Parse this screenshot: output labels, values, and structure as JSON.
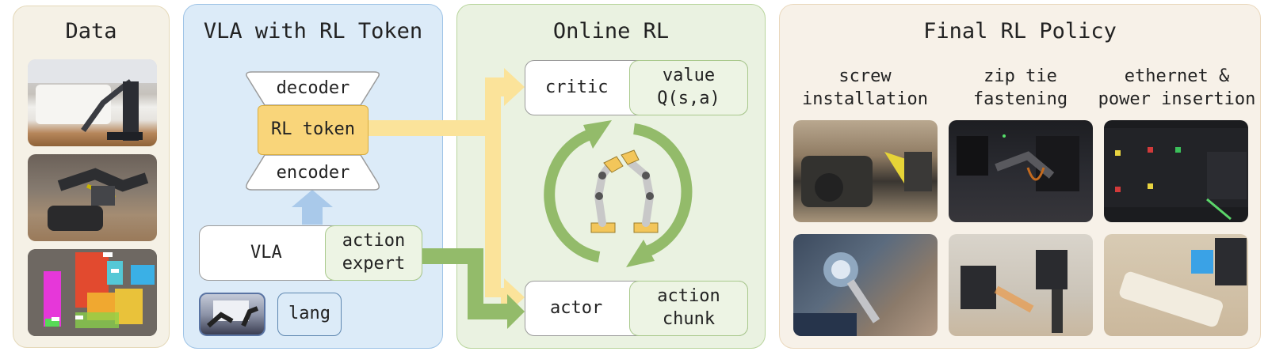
{
  "panels": {
    "data": {
      "title": "Data"
    },
    "vla": {
      "title": "VLA with RL Token",
      "decoder": "decoder",
      "rl_token": "RL token",
      "encoder": "encoder",
      "vla": "VLA",
      "action_expert": "action\nexpert",
      "lang": "lang"
    },
    "online": {
      "title": "Online RL",
      "critic": "critic",
      "value": "value\nQ(s,a)",
      "actor": "actor",
      "action_chunk": "action\nchunk"
    },
    "final": {
      "title": "Final RL Policy",
      "tasks": [
        {
          "label": "screw\ninstallation"
        },
        {
          "label": "zip tie\nfastening"
        },
        {
          "label": "ethernet &\npower insertion"
        }
      ]
    }
  },
  "colors": {
    "rl_token": "#f9d57a",
    "arrow_yellow": "#fbe39a",
    "arrow_green": "#93bb6a",
    "arrow_blue": "#a9c9ea",
    "cycle_green": "#93bb6a"
  }
}
